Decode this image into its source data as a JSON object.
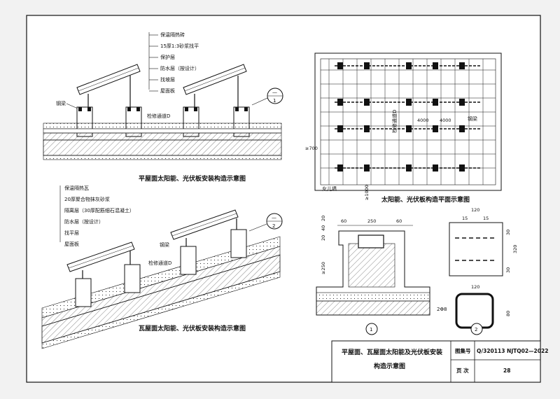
{
  "flat_roof": {
    "labels": [
      "保温隔热砖",
      "15厚1:3砂浆找平",
      "保护层",
      "防水层（按设计）",
      "找坡层",
      "屋面板"
    ],
    "steel_beam": "钢梁",
    "path_label": "检修通道D",
    "callout_top": "—",
    "callout_bottom": "1",
    "caption": "平屋面太阳能、光伏板安装构造示意图"
  },
  "tile_roof": {
    "labels": [
      "保温隔热瓦",
      "20厚聚合物抹灰砂浆",
      "隔离层（30厚配筋细石混凝土）",
      "防水层（按设计）",
      "找平层",
      "屋面板"
    ],
    "steel_beam": "钢梁",
    "path_label": "检修通道D",
    "callout_top": "—",
    "callout_bottom": "2",
    "caption": "瓦屋面太阳能、光伏板安装构造示意图"
  },
  "plan": {
    "path_label": "检修通道D",
    "dim_a": "4000",
    "dim_b": "4000",
    "steel_beam": "钢梁",
    "dim_left": "≥700",
    "dim_bottom": "≥1000",
    "parapet": "女儿墙",
    "caption": "太阳能、光伏板构造平面示意图"
  },
  "detail1": {
    "dims_top": [
      "60",
      "250",
      "60"
    ],
    "dims_left": [
      "20",
      "40",
      "20"
    ],
    "dim_height": "≥250",
    "marker": "1"
  },
  "detail2": {
    "width_top": "120",
    "dims_inner": [
      "15",
      "15"
    ],
    "height_total": "320",
    "dims_right": [
      "30",
      "30"
    ],
    "width_bottom": "120",
    "rebar": "2Φ8",
    "height_bottom": "80",
    "marker": "2"
  },
  "title_block": {
    "title_line1": "平屋面、瓦屋面太阳能及光伏板安装",
    "title_line2": "构造示意图",
    "atlas_label": "图集号",
    "atlas_no": "Q/320113 NJTQ02—2022",
    "page_label": "页 次",
    "page_no": "28"
  },
  "colors": {
    "paper": "#ffffff",
    "line": "#111111",
    "sheet_bg": "#f2f2f2"
  }
}
